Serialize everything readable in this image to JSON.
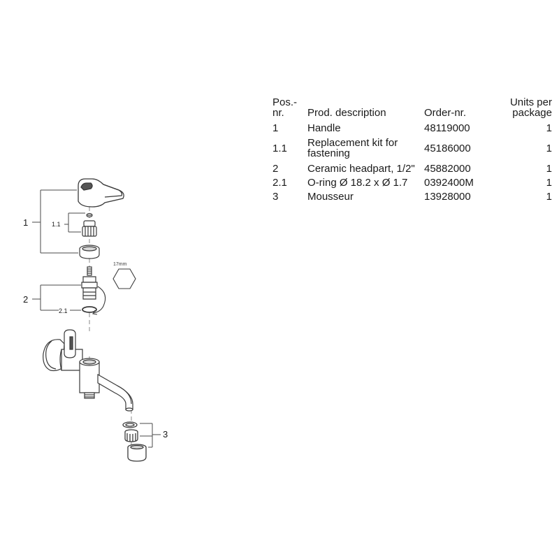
{
  "table": {
    "headers": {
      "pos": "Pos.-\nnr.",
      "description": "Prod. description",
      "order": "Order-nr.",
      "units": "Units per\npackage"
    },
    "rows": [
      {
        "pos": "1",
        "description": "Handle",
        "order": "48119000",
        "units": "1"
      },
      {
        "pos": "1.1",
        "description": "Replacement kit for fastening",
        "order": "45186000",
        "units": "1"
      },
      {
        "pos": "2",
        "description": "Ceramic headpart, 1/2\"",
        "order": "45882000",
        "units": "1"
      },
      {
        "pos": "2.1",
        "description": "O-ring Ø 18.2 x Ø 1.7",
        "order": "0392400M",
        "units": "1"
      },
      {
        "pos": "3",
        "description": "Mousseur",
        "order": "13928000",
        "units": "1"
      }
    ]
  },
  "diagram": {
    "callouts": {
      "c1": "1",
      "c1_1": "1.1",
      "c2": "2",
      "c2_1": "2.1",
      "c3": "3"
    },
    "wrench_size": "17mm",
    "colors": {
      "line": "#3a3a3a",
      "light": "#9a9a9a",
      "fill": "#ffffff",
      "shade": "#d8d8d8",
      "dark": "#555555"
    }
  }
}
